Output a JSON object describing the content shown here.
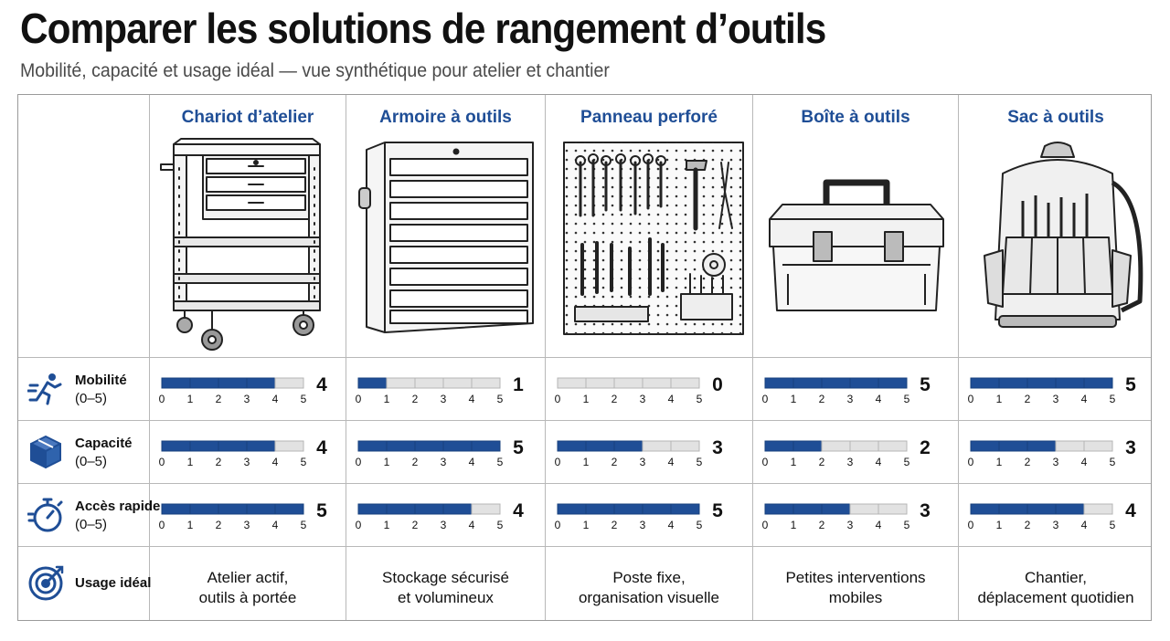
{
  "title": "Comparer les solutions de rangement d’outils",
  "subtitle": "Mobilité, capacité et usage idéal — vue synthétique pour atelier et chantier",
  "colors": {
    "accent": "#1f4e96",
    "bar_fill": "#1f4e96",
    "bar_empty": "#e2e2e2",
    "grid": "#b8b8b8"
  },
  "columns": [
    {
      "name": "Chariot d’atelier",
      "icon": "tool-cart-icon"
    },
    {
      "name": "Armoire à outils",
      "icon": "tool-cabinet-icon"
    },
    {
      "name": "Panneau perforé",
      "icon": "pegboard-icon"
    },
    {
      "name": "Boîte à outils",
      "icon": "toolbox-icon"
    },
    {
      "name": "Sac à outils",
      "icon": "tool-backpack-icon"
    }
  ],
  "rows": {
    "mobility": {
      "label": "Mobilité",
      "scale": "(0–5)",
      "icon": "running-person-icon"
    },
    "capacity": {
      "label": "Capacité",
      "scale": "(0–5)",
      "icon": "box-icon"
    },
    "access": {
      "label": "Accès rapide",
      "scale": "(0–5)",
      "icon": "stopwatch-icon"
    },
    "usage": {
      "label": "Usage idéal",
      "icon": "target-icon"
    }
  },
  "usage": [
    [
      "Atelier actif,",
      "outils à portée"
    ],
    [
      "Stockage sécurisé",
      "et volumineux"
    ],
    [
      "Poste fixe,",
      "organisation visuelle"
    ],
    [
      "Petites interventions",
      "mobiles"
    ],
    [
      "Chantier,",
      "déplacement quotidien"
    ]
  ],
  "chart_data": {
    "type": "bar",
    "categories": [
      "Chariot d’atelier",
      "Armoire à outils",
      "Panneau perforé",
      "Boîte à outils",
      "Sac à outils"
    ],
    "ticks": [
      "0",
      "1",
      "2",
      "3",
      "4",
      "5"
    ],
    "xlim": [
      0,
      5
    ],
    "series": [
      {
        "name": "Mobilité",
        "values": [
          4,
          1,
          0,
          5,
          5
        ]
      },
      {
        "name": "Capacité",
        "values": [
          4,
          5,
          3,
          2,
          3
        ]
      },
      {
        "name": "Accès rapide",
        "values": [
          5,
          4,
          5,
          3,
          4
        ]
      }
    ]
  }
}
